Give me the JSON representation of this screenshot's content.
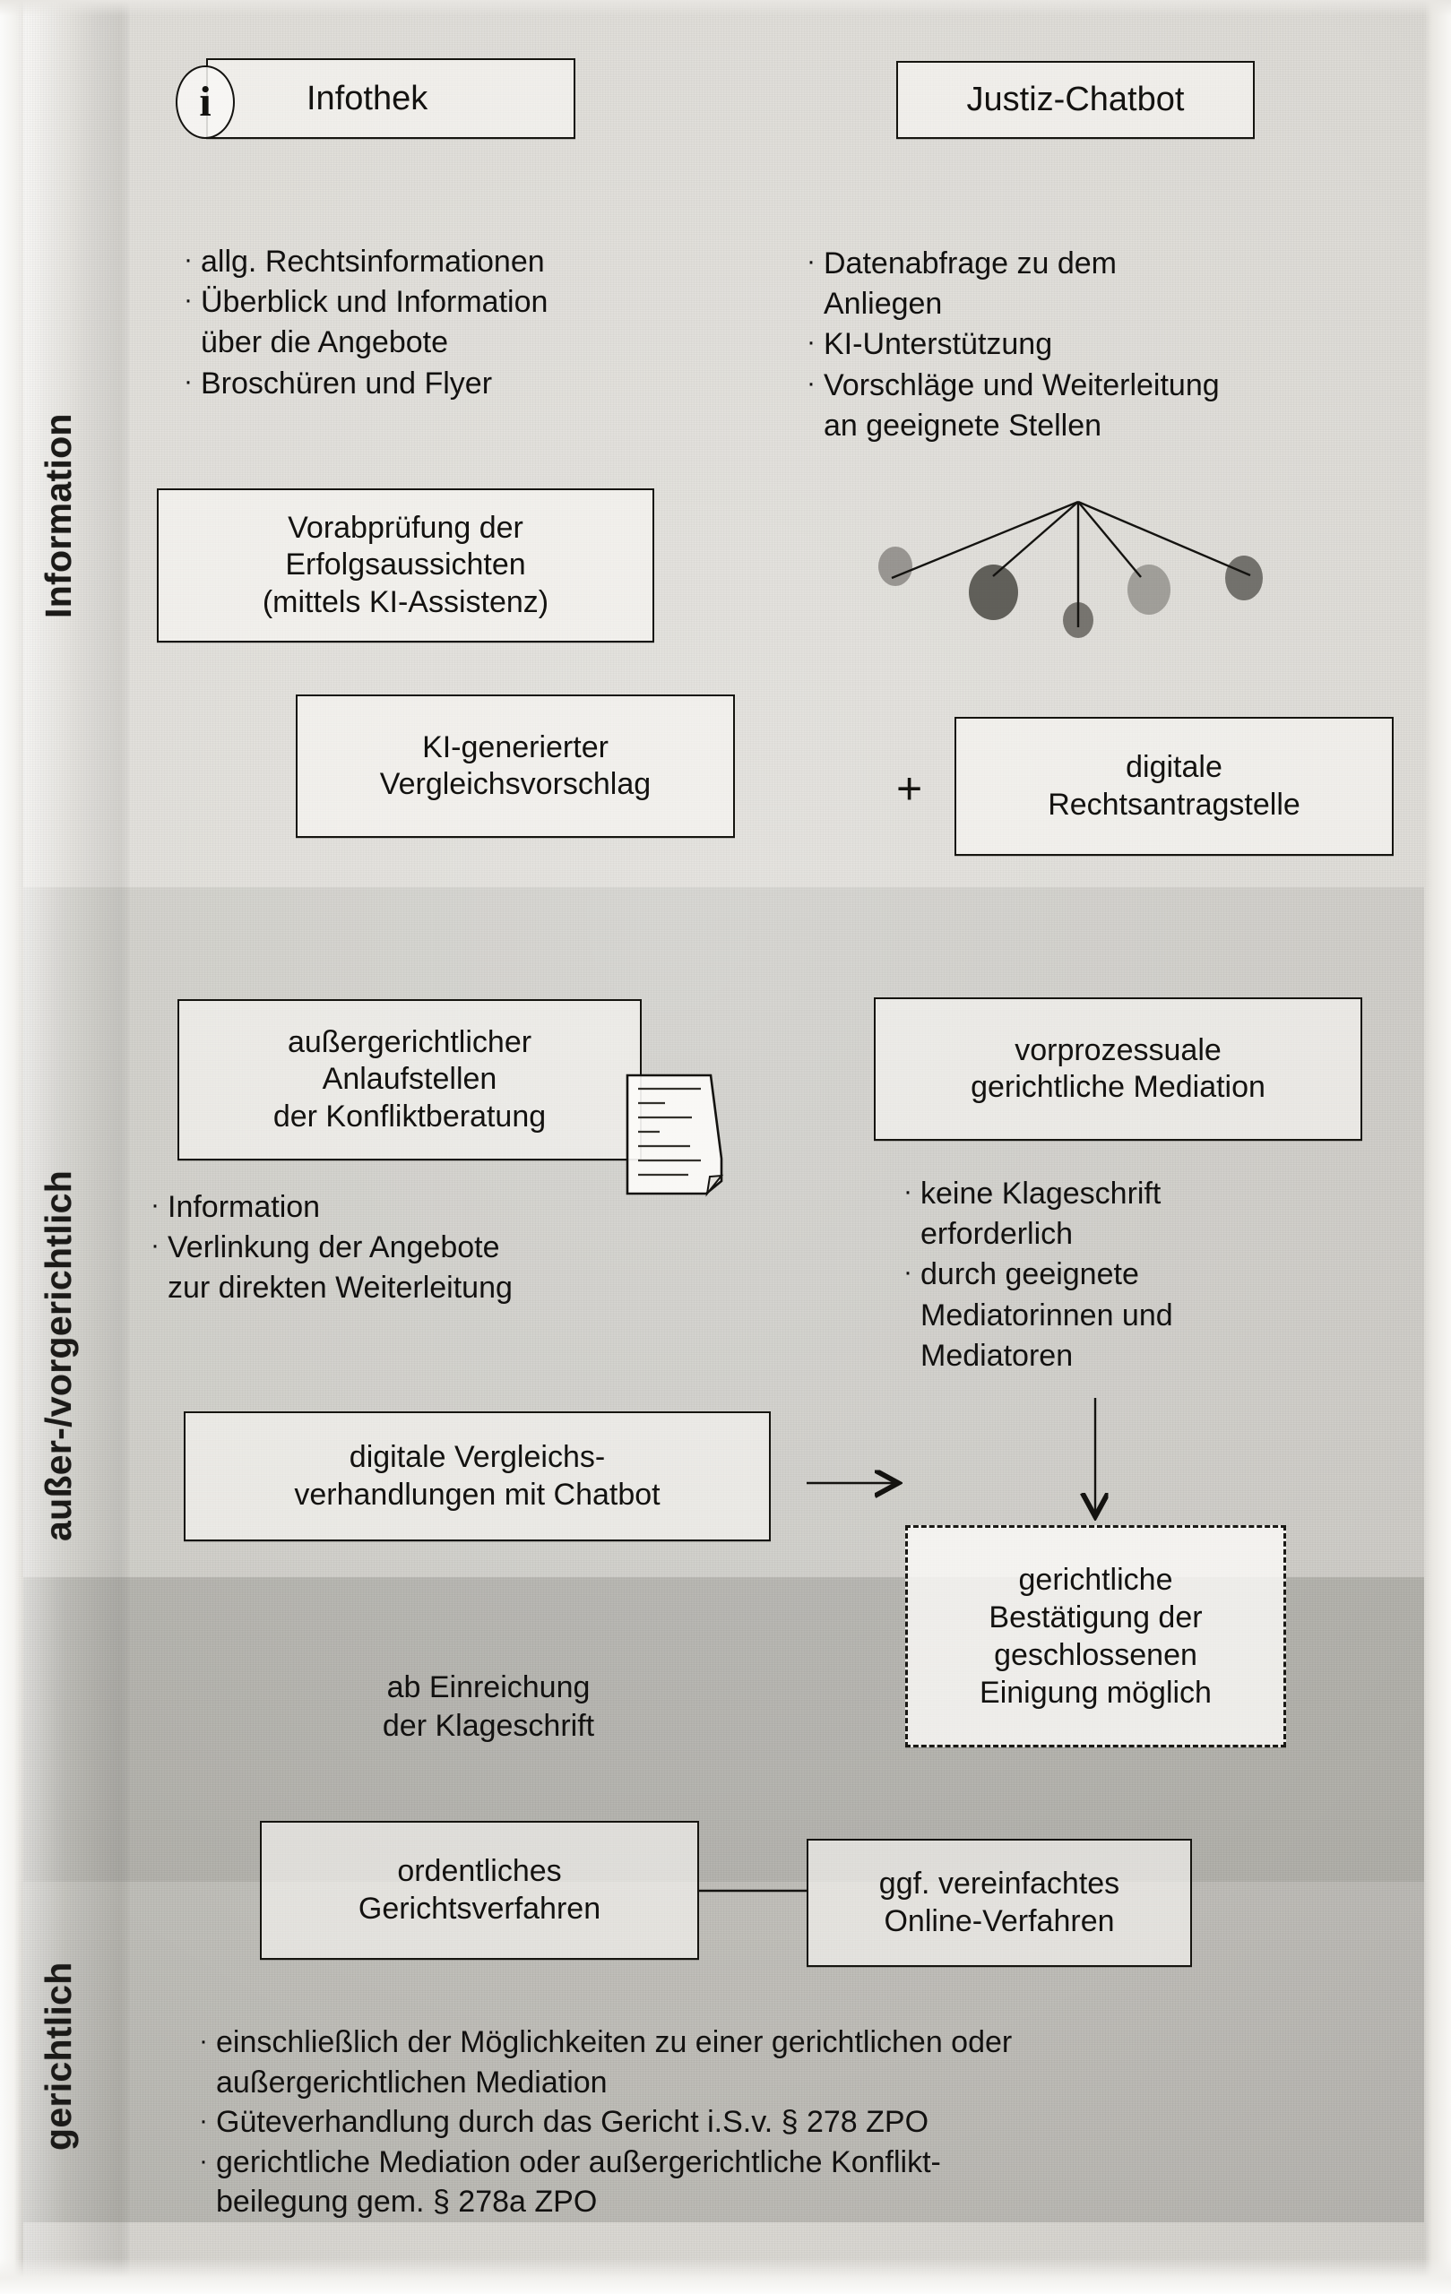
{
  "document": {
    "type": "process-diagram",
    "language": "de",
    "title": "Justiz Prozess-Diagramm (Information / außer-/vorgerichtlich / gerichtlich)"
  },
  "phases": [
    {
      "id": "information",
      "label": "Information"
    },
    {
      "id": "aussergerichtlich",
      "label": "außer-/vorgerichtlich"
    },
    {
      "id": "gerichtlich",
      "label": "gerichtlich"
    }
  ],
  "boxes": {
    "infothek": "Infothek",
    "infothek_icon_letter": "i",
    "justiz_chatbot": "Justiz-Chatbot",
    "vorabpruefung": "Vorabprüfung der\nErfolgsaussichten\n(mittels KI-Assistenz)",
    "vorabpruefung_lines": [
      "Vorabprüfung der",
      "Erfolgsaussichten",
      "(mittels KI-Assistenz)"
    ],
    "ki_vergleichsvorschlag_lines": [
      "KI-generierter",
      "Vergleichsvorschlag"
    ],
    "digitale_rechtsantragstelle_lines": [
      "digitale",
      "Rechtsantragstelle"
    ],
    "plus_sign": "+",
    "anlaufstellen_lines": [
      "außergerichtlicher",
      "Anlaufstellen",
      "der Konfliktberatung"
    ],
    "vorprozessuale_lines": [
      "vorprozessuale",
      "gerichtliche Mediation"
    ],
    "digitale_vergleichsverhandlungen_lines": [
      "digitale Vergleichs-",
      "verhandlungen mit Chatbot"
    ],
    "gerichtliche_bestaetigung_lines": [
      "gerichtliche",
      "Bestätigung der",
      "geschlossenen",
      "Einigung möglich"
    ],
    "ordentliches_lines": [
      "ordentliches",
      "Gerichtsverfahren"
    ],
    "online_verfahren_lines": [
      "ggf. vereinfachtes",
      "Online-Verfahren"
    ]
  },
  "bullets": {
    "infothek": [
      "allg. Rechtsinformationen",
      "Überblick und Information",
      "über die Angebote",
      "Broschüren und Flyer"
    ],
    "infothek_marks": [
      true,
      true,
      false,
      true
    ],
    "chatbot": [
      "Datenabfrage zu dem",
      "Anliegen",
      "KI-Unterstützung",
      "Vorschläge und Weiterleitung",
      "an geeignete Stellen"
    ],
    "chatbot_marks": [
      true,
      false,
      true,
      true,
      false
    ],
    "anlaufstellen": [
      "Information",
      "Verlinkung der Angebote",
      "zur direkten Weiterleitung"
    ],
    "anlaufstellen_marks": [
      true,
      true,
      false
    ],
    "mediation": [
      "keine Klageschrift",
      "erforderlich",
      "durch geeignete",
      "Mediatorinnen und",
      "Mediatoren"
    ],
    "mediation_marks": [
      true,
      false,
      true,
      false,
      false
    ],
    "gerichtlich": [
      "einschließlich der Möglichkeiten zu einer gerichtlichen oder",
      "außergerichtlichen Mediation",
      "Güteverhandlung durch das Gericht i.S.v. § 278 ZPO",
      "gerichtliche Mediation oder außergerichtliche Konflikt-",
      "beilegung gem. § 278a ZPO"
    ],
    "gerichtlich_marks": [
      true,
      false,
      true,
      true,
      false
    ]
  },
  "annotations": {
    "ab_einreichung_lines": [
      "ab Einreichung",
      "der Klageschrift"
    ]
  },
  "icons": {
    "info": "info-icon",
    "document": "document-icon",
    "fan": "fan-out-icon",
    "arrow_down": "arrow-down-icon",
    "arrow_right": "arrow-right-icon"
  },
  "colors": {
    "ink": "#141310",
    "paper": "#e3e1dc",
    "band_mid": "#76756f",
    "band_low": "#605f5a",
    "box_fill": "#faf9f6"
  }
}
